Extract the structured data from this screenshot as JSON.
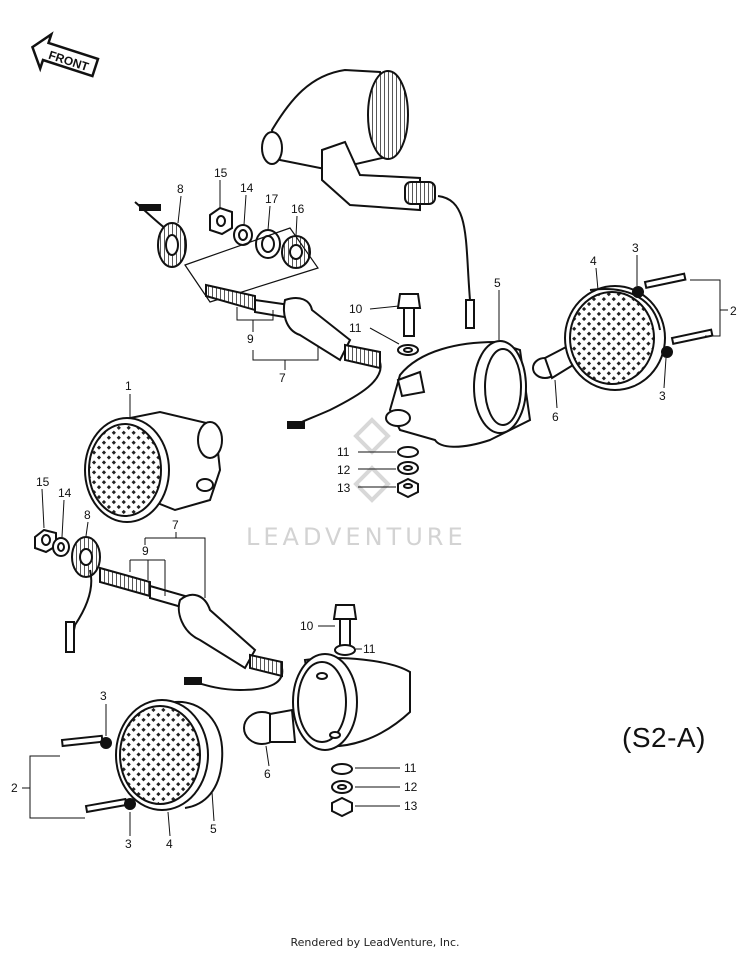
{
  "orientation": {
    "front_label": "FRONT",
    "icon": "front-arrow-icon"
  },
  "watermark": {
    "text": "LEADVENTURE",
    "icon": "leadventure-logo-icon"
  },
  "diagram_code": "(S2-A)",
  "footer": "Rendered by LeadVenture, Inc.",
  "callouts": {
    "upper": {
      "c15": "15",
      "c14": "14",
      "c17": "17",
      "c16": "16",
      "c8": "8",
      "c10": "10",
      "c11a": "11",
      "c9": "9",
      "c7": "7",
      "c5": "5",
      "c4": "4",
      "c3a": "3",
      "c2": "2",
      "c6": "6",
      "c3b": "3",
      "c11b": "11",
      "c12": "12",
      "c13": "13"
    },
    "lower": {
      "c1": "1",
      "c15": "15",
      "c14": "14",
      "c8": "8",
      "c7": "7",
      "c9": "9",
      "c10": "10",
      "c11a": "11",
      "c3a": "3",
      "c2": "2",
      "c6": "6",
      "c11b": "11",
      "c12": "12",
      "c13": "13",
      "c3b": "3",
      "c4": "4",
      "c5": "5"
    }
  }
}
